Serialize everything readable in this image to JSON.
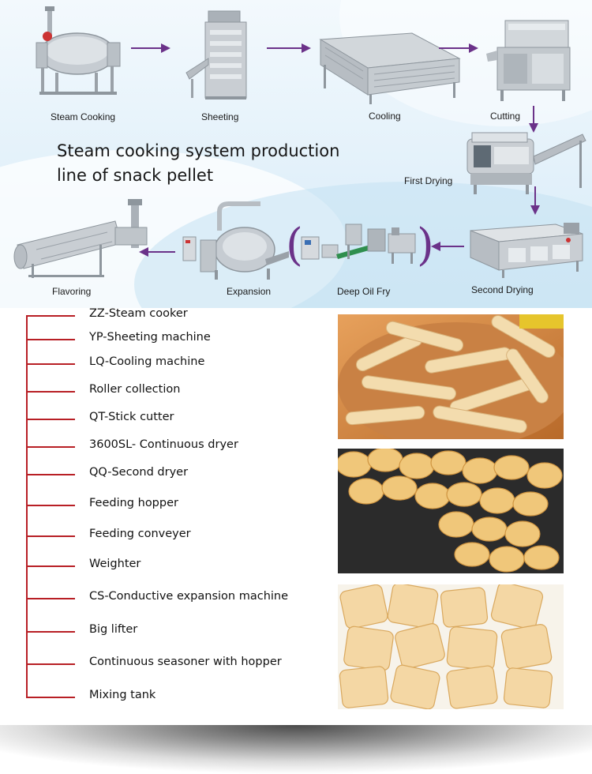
{
  "headline": {
    "line1": "Steam cooking system production",
    "line2": "line of snack pellet"
  },
  "flow_steps": [
    {
      "label": "Steam Cooking",
      "icon": "steam-cooker-machine"
    },
    {
      "label": "Sheeting",
      "icon": "sheeting-machine"
    },
    {
      "label": "Cooling",
      "icon": "cooling-machine"
    },
    {
      "label": "Cutting",
      "icon": "cutting-machine"
    },
    {
      "label": "First Drying",
      "icon": "first-dryer-machine"
    },
    {
      "label": "Second Drying",
      "icon": "second-dryer-machine"
    },
    {
      "label": "Deep Oil Fry",
      "icon": "deep-fryer-machine"
    },
    {
      "label": "Expansion",
      "icon": "expansion-machine"
    },
    {
      "label": "Flavoring",
      "icon": "flavoring-machine"
    }
  ],
  "equipment_list": [
    "ZZ-Steam cooker",
    "YP-Sheeting machine",
    "LQ-Cooling machine",
    "Roller collection",
    "QT-Stick cutter",
    "3600SL- Continuous dryer",
    "QQ-Second dryer",
    "Feeding hopper",
    "Feeding conveyer",
    "Weighter",
    "CS-Conductive expansion machine",
    "Big lifter",
    "Continuous seasoner with hopper",
    "Mixing tank"
  ],
  "product_photos": [
    {
      "name": "ridged-stick-snacks-photo"
    },
    {
      "name": "round-chip-snacks-photo"
    },
    {
      "name": "square-chip-snacks-photo"
    }
  ],
  "colors": {
    "arrow": "#6b3289",
    "tree_line": "#b81f25",
    "steel": "#c9ced3"
  }
}
